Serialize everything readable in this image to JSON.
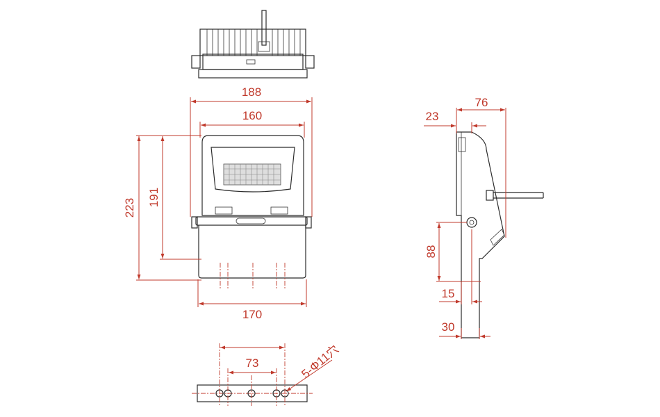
{
  "dimensions": {
    "width_188": "188",
    "width_160": "160",
    "height_223": "223",
    "height_191": "191",
    "width_170": "170",
    "side_23": "23",
    "side_76": "76",
    "side_88": "88",
    "side_15": "15",
    "side_30": "30",
    "bracket_73": "73",
    "holes_note": "5-Φ11穴"
  },
  "colors": {
    "dimension": "#c0392b",
    "outline": "#2b2b2b",
    "led_array": "#555555"
  }
}
